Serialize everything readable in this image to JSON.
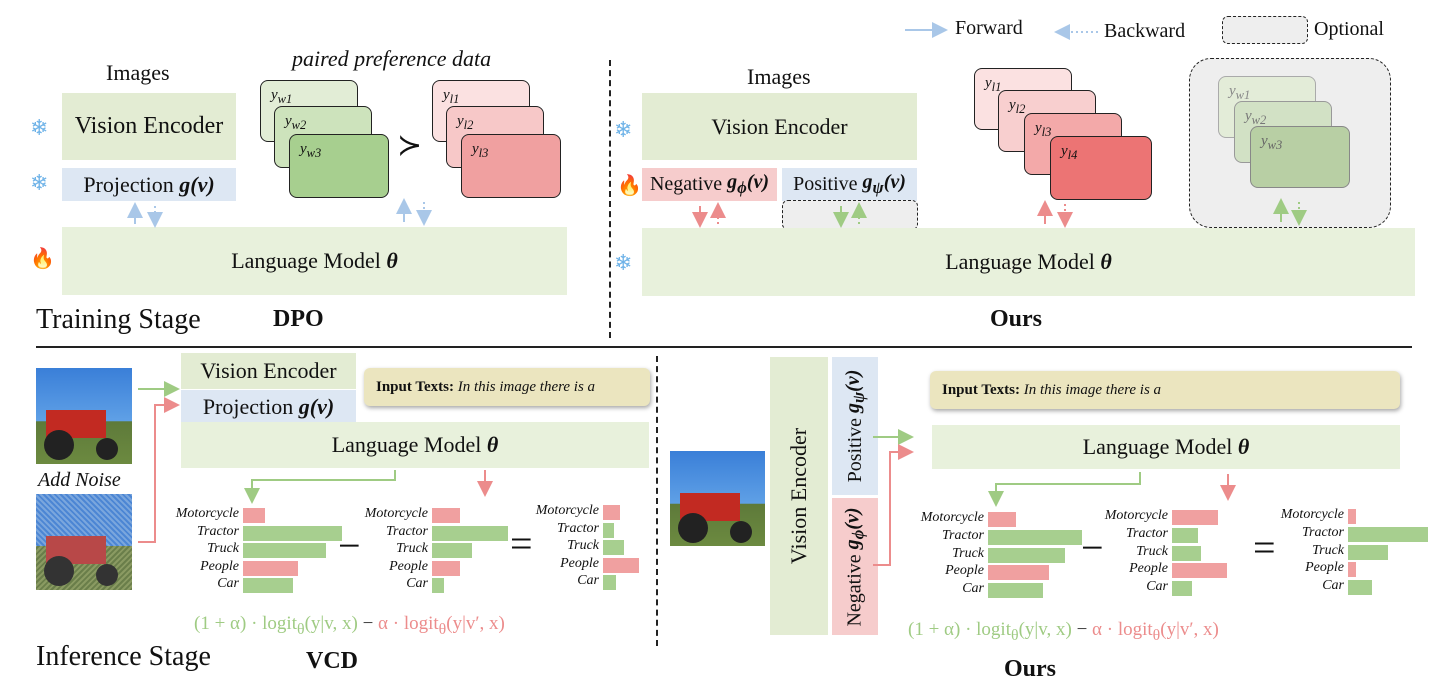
{
  "legend": {
    "forward": "Forward",
    "backward": "Backward",
    "optional": "Optional"
  },
  "training": {
    "stage_label": "Training Stage",
    "dpo": {
      "title": "DPO",
      "images": "Images",
      "vision_encoder": "Vision Encoder",
      "projection": "Projection",
      "projection_math": "g(v)",
      "language_model": "Language Model",
      "theta": "θ",
      "pref_title": "paired preference data",
      "succ": "≻",
      "win_cards": [
        "w1",
        "w2",
        "w3"
      ],
      "lose_cards": [
        "l1",
        "l2",
        "l3"
      ]
    },
    "ours": {
      "title": "Ours",
      "images": "Images",
      "vision_encoder": "Vision Encoder",
      "negative": "Negative",
      "negative_math": "g",
      "negative_sub": "ϕ",
      "positive": "Positive",
      "positive_math": "g",
      "positive_sub": "ψ",
      "arg": "(v)",
      "language_model": "Language Model",
      "theta": "θ",
      "lose_cards": [
        "l1",
        "l2",
        "l3",
        "l4"
      ],
      "win_cards": [
        "w1",
        "w2",
        "w3"
      ]
    }
  },
  "inference": {
    "stage_label": "Inference Stage",
    "vcd": {
      "title": "VCD",
      "vision_encoder": "Vision Encoder",
      "projection": "Projection",
      "projection_math": "g(v)",
      "language_model": "Language Model",
      "theta": "θ",
      "input_label": "Input Texts:",
      "input_text": "In this image there is a",
      "add_noise": "Add Noise",
      "formula_pos": "(1 + α) · logit",
      "formula_pos_arg": "(y|v, x)",
      "formula_neg": "α · logit",
      "formula_neg_arg": "(y|v′, x)",
      "minus": "−"
    },
    "ours": {
      "title": "Ours",
      "vision_encoder": "Vision Encoder",
      "positive": "Positive",
      "negative": "Negative",
      "language_model": "Language Model",
      "theta": "θ",
      "input_label": "Input Texts:",
      "input_text": "In this image there is a"
    },
    "operators": {
      "minus": "−",
      "equals": "="
    },
    "categories": [
      "Motorcycle",
      "Tractor",
      "Truck",
      "People",
      "Car"
    ],
    "vcd_logits": {
      "positive": [
        0.2,
        0.9,
        0.75,
        0.5,
        0.45
      ],
      "negative": [
        0.35,
        0.95,
        0.5,
        0.35,
        0.15
      ],
      "result": [
        0.4,
        0.25,
        0.5,
        0.85,
        0.3
      ]
    },
    "ours_logits": {
      "positive": [
        0.25,
        0.85,
        0.7,
        0.55,
        0.5
      ],
      "negative": [
        0.7,
        0.4,
        0.45,
        0.85,
        0.3
      ],
      "result": [
        0.1,
        1.0,
        0.5,
        0.1,
        0.3
      ]
    }
  }
}
